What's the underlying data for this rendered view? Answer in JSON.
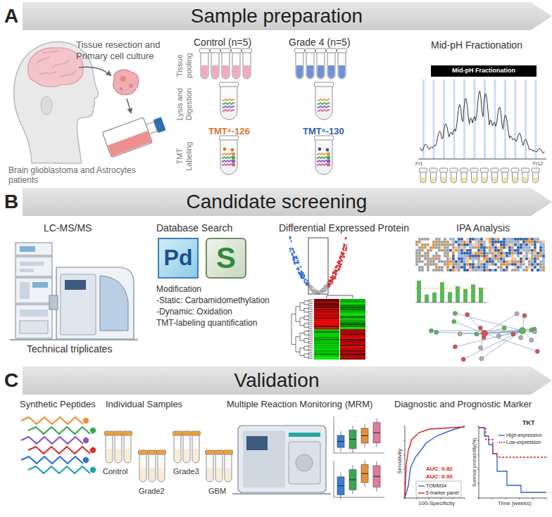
{
  "diagram": {
    "nodes": [
      {
        "text": [
          "Sample preparation"
        ]
      },
      {
        "text": [
          "Mid-pH Fractionation"
        ]
      },
      {
        "text": [
          "Candidate screening"
        ]
      },
      {
        "text": [
          "Pd"
        ]
      },
      {
        "text": [
          "S"
        ]
      },
      {
        "text": [
          "Validation"
        ]
      }
    ],
    "labels": [
      "A",
      "B",
      "C",
      "Tissue resection and Primary cell culture",
      "Brain glioblastoma and Astrocytes patients",
      "Control (n=5)",
      "Grade 4 (n=5)",
      "Tissue pooling",
      "Lysis and Digestion",
      "TMT Labeling",
      "TMT⁶-126",
      "TMT⁶-130",
      "Mid-pH Fractionation",
      "Fr1",
      "Fr12",
      "LC-MS/MS",
      "Technical triplicates",
      "Database Search",
      "Modification",
      "-Static: Carbamidomethylation",
      "-Dynamic: Oxidation",
      "TMT-labeling quantification",
      "Differential Expressed Protein",
      "IPA Analysis",
      "Synthetic Peptides",
      "Individual Samples",
      "Control",
      "Grade2",
      "Grade3",
      "GBM",
      "Multiple Reaction Monitoring (MRM)",
      "Diagnostic and Prognostic Marker",
      "Sensitivity",
      "100-Specificity",
      "AUC: 0.82",
      "AUC: 0.93",
      "TKT",
      "Survival probability(%)",
      "Time (weeks)"
    ],
    "legend": [
      {
        "text": "TOMM34"
      },
      {
        "text": "5 marker panel"
      },
      {
        "text": "High-expression"
      },
      {
        "text": "Low-expression"
      }
    ]
  }
}
